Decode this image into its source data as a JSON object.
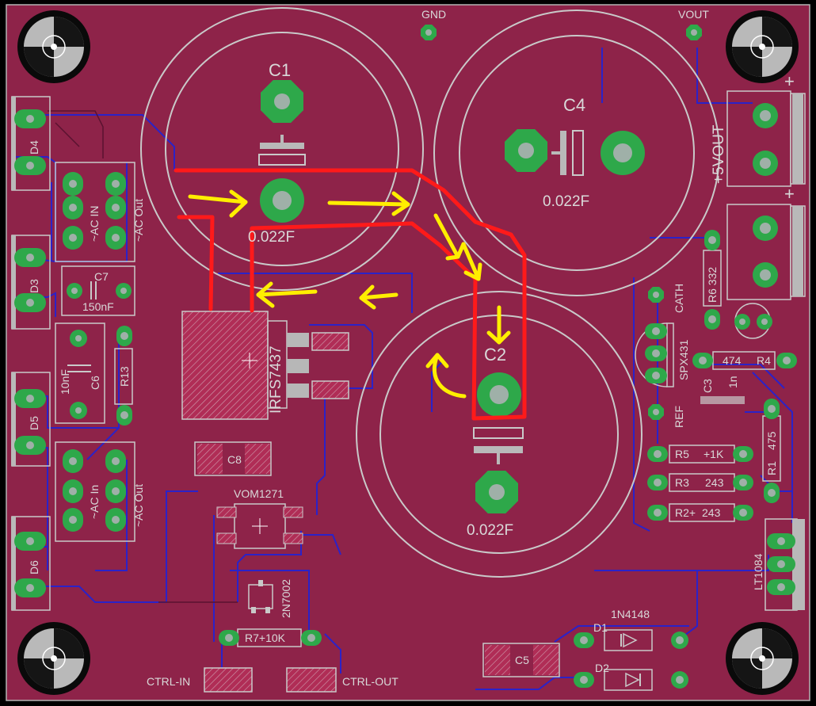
{
  "board": {
    "colors": {
      "board": "#8e2349",
      "copper_top": "#b8234f",
      "trace_blue": "#2b22c8",
      "silk": "#cccccc",
      "pad_green": "#2ea84a",
      "pad_inner": "#9fb0a8",
      "annot_red": "#ff1a1a",
      "annot_yellow": "#ffee00"
    }
  },
  "labels": {
    "gnd": "GND",
    "vout": "VOUT",
    "c1": "C1",
    "c1_val": "0.022F",
    "c4": "C4",
    "c4_val": "0.022F",
    "c2": "C2",
    "c2_val": "0.022F",
    "d4": "D4",
    "d3": "D3",
    "d5": "D5",
    "d6": "D6",
    "ac_in_1": "~AC IN",
    "ac_out_1": "~AC Out",
    "ac_in_2": "~AC In",
    "ac_out_2": "~AC Out",
    "c7": "C7",
    "c7_val": "150nF",
    "c6": "C6",
    "c6_val": "10nF",
    "r13": "R13",
    "irfs": "IRFS7437",
    "c8": "C8",
    "vom": "VOM1271",
    "n7002": "2N7002",
    "r7": "R7+10K",
    "ctrl_in": "CTRL-IN",
    "ctrl_out": "CTRL-OUT",
    "c5": "C5",
    "d1": "D1",
    "d2": "D2",
    "n4148": "1N4148",
    "vout5": "+5VOUT",
    "r6": "R6 332",
    "cath": "CATH",
    "spx": "SPX431",
    "ref": "REF",
    "r4_val": "474",
    "r4": "R4",
    "c3": "C3",
    "c3_val": "1n",
    "r5": "R5",
    "r5_val": "+1K",
    "r3": "R3",
    "r3_val": "243",
    "r2": "R2+",
    "r2_val": "243",
    "r1": "R1",
    "r1_val": "475",
    "lt": "LT1084",
    "plus1": "+",
    "plus2": "+"
  }
}
